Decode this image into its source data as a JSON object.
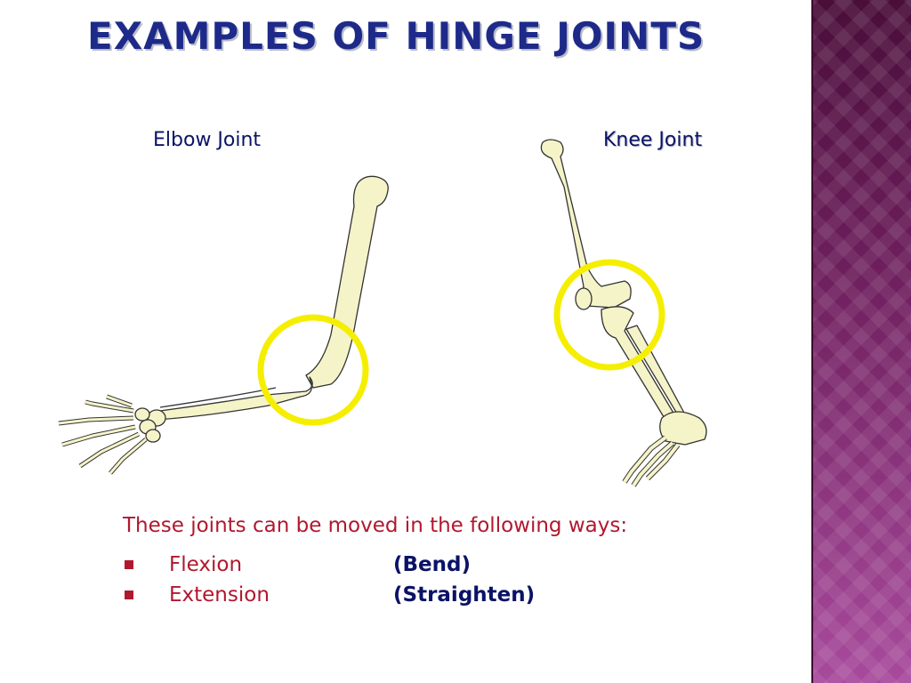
{
  "slide": {
    "title": "EXAMPLES OF HINGE JOINTS",
    "title_color": "#1e2a8a",
    "sidebar_color": "#8a2c78"
  },
  "illustrations": {
    "elbow": {
      "label": "Elbow Joint"
    },
    "knee": {
      "label": "Knee Joint"
    },
    "bone_color": "#f5f3c8",
    "highlight_color": "#f5ee00"
  },
  "movements": {
    "intro": "These joints can be moved in the following ways:",
    "text_color": "#b0182e",
    "items": [
      {
        "name": "Flexion",
        "description": "(Bend)"
      },
      {
        "name": "Extension",
        "description": "(Straighten)"
      }
    ]
  }
}
